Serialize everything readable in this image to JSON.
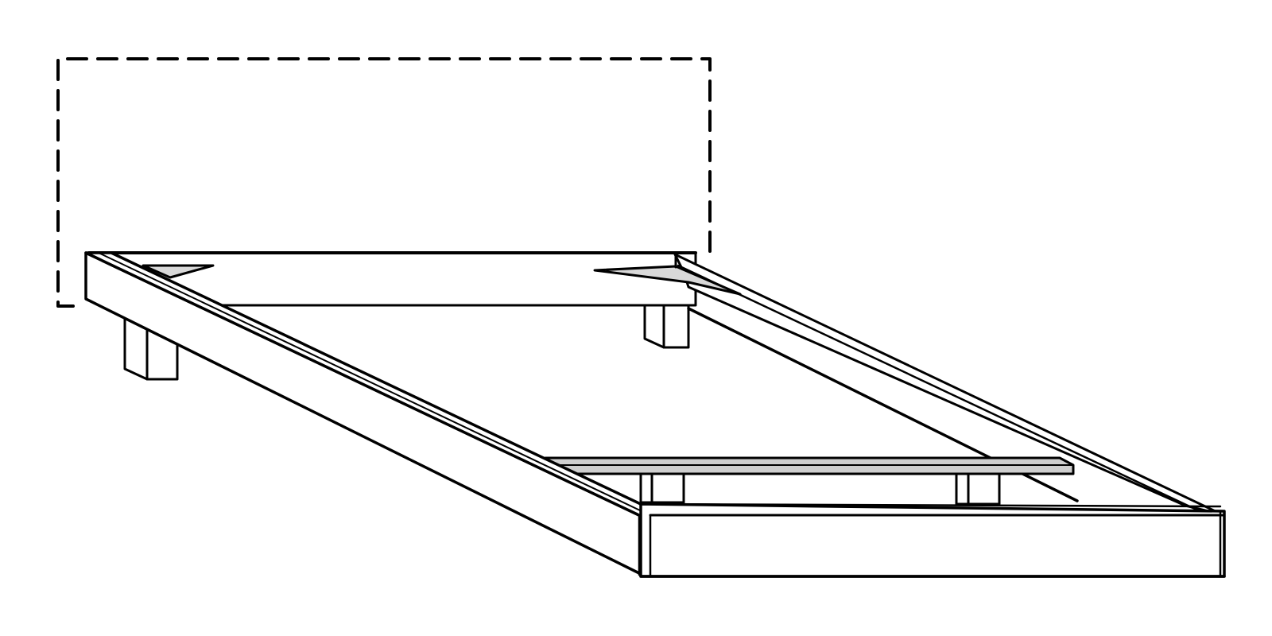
{
  "figure": {
    "kind": "technical line drawing",
    "subject": "bed-frame",
    "colors": {
      "background": "#ffffff",
      "stroke": "#000000",
      "face": "#ffffff",
      "slat": "#cfcfcf",
      "bracket": "#d9d9d9"
    },
    "parts": [
      "headboard-outline",
      "head-rail",
      "left-side-rail",
      "right-side-rail",
      "foot-rail",
      "center-slat",
      "corner-brackets",
      "legs"
    ]
  }
}
